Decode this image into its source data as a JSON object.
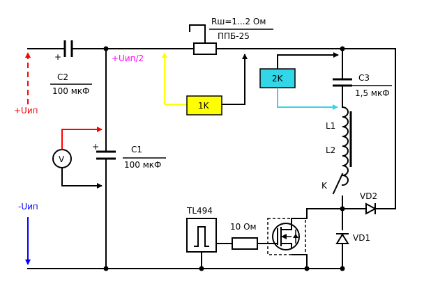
{
  "labels": {
    "c2_name": "C2",
    "c2_value": "100 мкФ",
    "c1_name": "C1",
    "c1_value": "100 мкФ",
    "c3_name": "C3",
    "c3_value": "1,5 мкФ",
    "shunt_name": "Rш=1...2 Ом",
    "shunt_type": "ППБ-25",
    "half_supply": "+Uип/2",
    "plus_supply": "+Uип",
    "minus_supply": "-Uип",
    "l1": "L1",
    "l2": "L2",
    "key_k": "K",
    "vd2": "VD2",
    "vd1": "VD1",
    "tl494": "TL494",
    "r_gate": "10 Ом",
    "probe_1k": "1K",
    "probe_2k": "2K",
    "voltmeter": "V",
    "plus_c1": "+",
    "plus_c2": "+"
  },
  "colors": {
    "supply_plus": "#ff0000",
    "supply_minus": "#0000ff",
    "half_supply": "#ff00ff",
    "probe_1k_fill": "#ffff00",
    "probe_2k_fill": "#33d6e6",
    "probe_1k_wire": "#ffff00",
    "probe_2k_wire": "#33d6e6",
    "voltmeter_wire": "#ff0000"
  }
}
